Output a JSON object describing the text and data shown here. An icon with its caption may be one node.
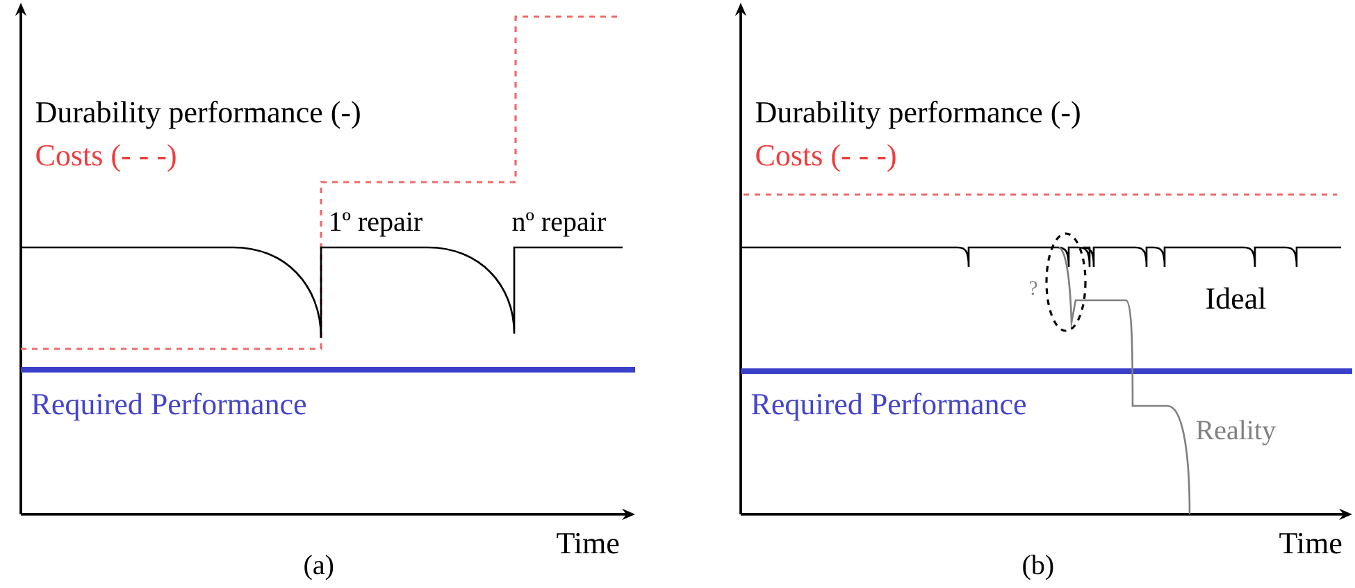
{
  "diagram": {
    "labels": [
      "Durability performance (-)",
      "Costs (- - -)",
      "1º repair",
      "nº repair",
      "Required Performance",
      "Time",
      "(a)",
      "Durability performance (-)",
      "Costs (- - -)",
      "?",
      "Ideal",
      "Required Performance",
      "Reality",
      "Time",
      "(b)"
    ]
  }
}
